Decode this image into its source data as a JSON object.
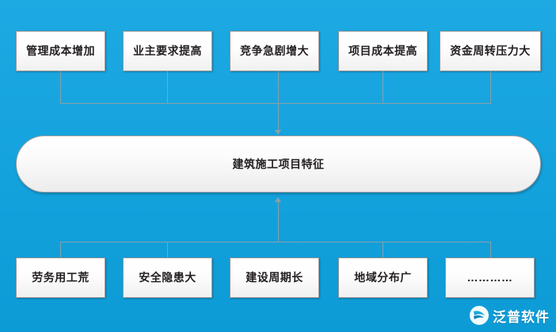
{
  "diagram": {
    "title": "建筑施工项目特征",
    "top_nodes": [
      {
        "label": "管理成本增加"
      },
      {
        "label": "业主要求提高"
      },
      {
        "label": "竞争急剧增大"
      },
      {
        "label": "项目成本提高"
      },
      {
        "label": "资金周转压力大"
      }
    ],
    "bottom_nodes": [
      {
        "label": "劳务用工荒"
      },
      {
        "label": "安全隐患大"
      },
      {
        "label": "建设周期长"
      },
      {
        "label": "地域分布广"
      },
      {
        "label": "…………"
      }
    ],
    "colors": {
      "background": "#14a2dd",
      "node_fill": "#ffffff",
      "node_border": "#9a9a9a",
      "connector": "#8aa0ab",
      "text": "#231f20"
    }
  },
  "watermark": {
    "text": "泛普软件",
    "logo_icon": "fp-logo-icon"
  }
}
